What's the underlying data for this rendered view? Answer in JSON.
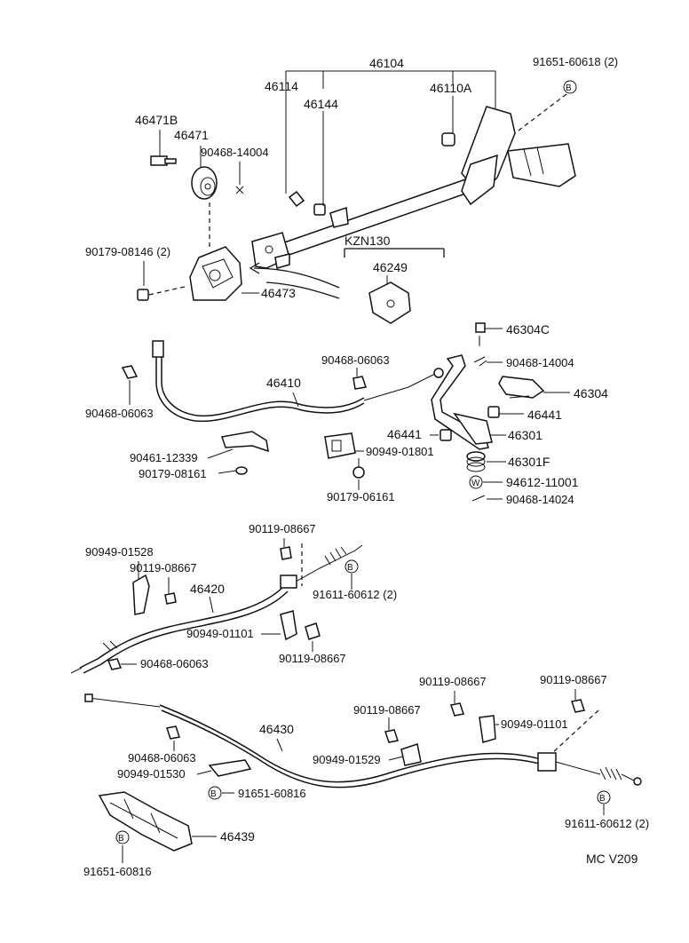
{
  "group_label": "KZN130",
  "footer": "MC  V209",
  "callouts": {
    "p46104": "46104",
    "p46114": "46114",
    "p46144": "46144",
    "p46110A": "46110A",
    "p91651_60618": "91651-60618 (2)",
    "p46471B": "46471B",
    "p46471": "46471",
    "p90468_14004a": "90468-14004",
    "p90179_08146": "90179-08146 (2)",
    "p46473": "46473",
    "p46249": "46249",
    "p46304C": "46304C",
    "p90468_14004b": "90468-14004",
    "p46304": "46304",
    "p46441a": "46441",
    "p46441b": "46441",
    "p46301": "46301",
    "p46301F": "46301F",
    "p94612_11001": "94612-11001",
    "p90468_14024": "90468-14024",
    "p90468_06063a": "90468-06063",
    "p46410": "46410",
    "p90468_06063b": "90468-06063",
    "p90461_12339": "90461-12339",
    "p90179_08161a": "90179-08161",
    "p90949_01801": "90949-01801",
    "p90179_06161": "90179-06161",
    "p90949_01528": "90949-01528",
    "p90119_08667a": "90119-08667",
    "p90119_08667b": "90119-08667",
    "p46420": "46420",
    "p91611_60612a": "91611-60612 (2)",
    "p90949_01101a": "90949-01101",
    "p90119_08667c": "90119-08667",
    "p90468_06063c": "90468-06063",
    "p90119_08667d": "90119-08667",
    "p90119_08667e": "90119-08667",
    "p90119_08667f": "90119-08667",
    "p46430": "46430",
    "p90949_01101b": "90949-01101",
    "p90468_06063d": "90468-06063",
    "p90949_01529": "90949-01529",
    "p90949_01530": "90949-01530",
    "p91651_60816a": "91651-60816",
    "p46439": "46439",
    "p91651_60816b": "91651-60816",
    "p91611_60612b": "91611-60612 (2)"
  },
  "markers": {
    "bolt_letter": "B",
    "washer_letter": "W"
  }
}
